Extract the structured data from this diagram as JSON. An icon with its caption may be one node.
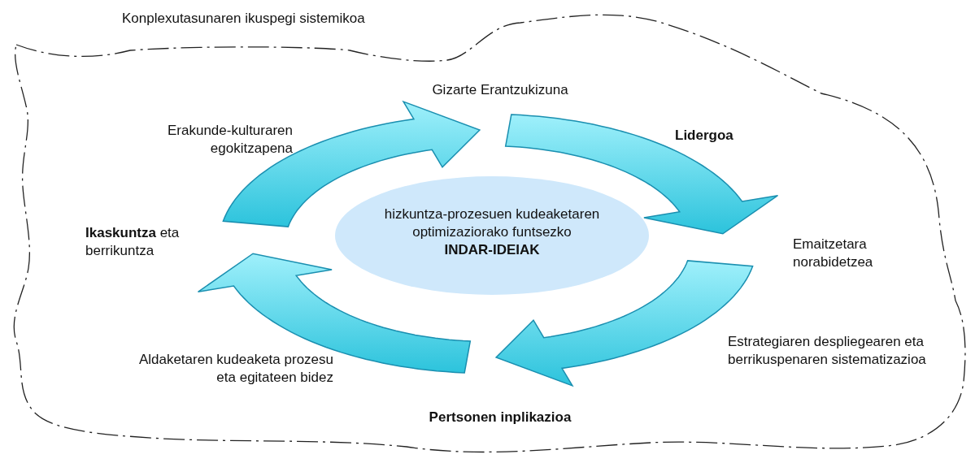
{
  "diagram": {
    "nodes": [
      {
        "text": [
          "Konplexutasunaren ikuspegi sistemikoa"
        ]
      },
      {
        "text": [
          "hizkuntza-prozesuen kudeaketaren optimizaziorako funtsezko",
          "INDAR-IDEIAK"
        ],
        "in": 0
      }
    ],
    "labels": [
      "Gizarte Erantzukizuna",
      "Erakunde-kulturaren egokitzapena",
      "Lidergoa",
      "**Ikaskuntza** eta berrikuntza",
      "Emaitzetara norabidetzea",
      "Estrategiaren despliegearen eta berrikuspenaren sistematizazioa",
      "Aldaketaren kudeaketa prozesu eta egitateen bidez",
      "Pertsonen inplikazioa"
    ]
  }
}
